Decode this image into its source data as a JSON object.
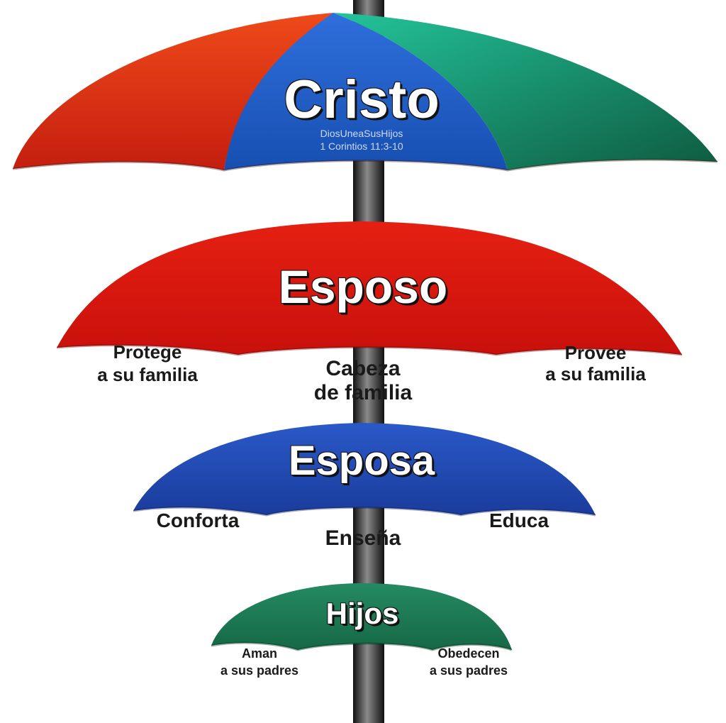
{
  "colors": {
    "pole": "#2b2b2b",
    "cristo_red": "#e0381c",
    "cristo_blue": "#1f5fc7",
    "cristo_green": "#1fa37a",
    "esposo": "#d8140f",
    "esposa": "#1d46b3",
    "hijos": "#1c7a55"
  },
  "cristo": {
    "title": "Cristo",
    "watermark": "DiosUneaSusHijos",
    "reference": "1 Corintios 11:3-10"
  },
  "esposo": {
    "title": "Esposo",
    "left_line1": "Protege",
    "left_line2": "a su familia",
    "center_line1": "Cabeza",
    "center_line2": "de familia",
    "right_line1": "Provee",
    "right_line2": "a su familia"
  },
  "esposa": {
    "title": "Esposa",
    "left": "Conforta",
    "center": "Enseña",
    "right": "Educa"
  },
  "hijos": {
    "title": "Hijos",
    "left_line1": "Aman",
    "left_line2": "a sus padres",
    "right_line1": "Obedecen",
    "right_line2": "a sus padres"
  }
}
